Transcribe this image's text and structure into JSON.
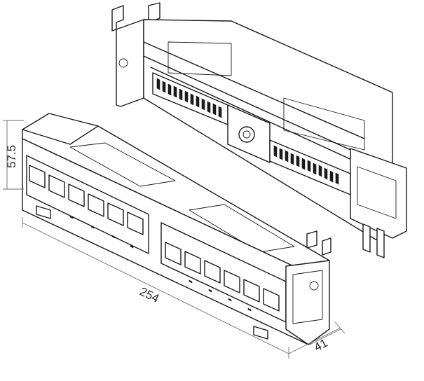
{
  "dimensions": {
    "height": "57.5",
    "length": "254",
    "depth": "41"
  }
}
